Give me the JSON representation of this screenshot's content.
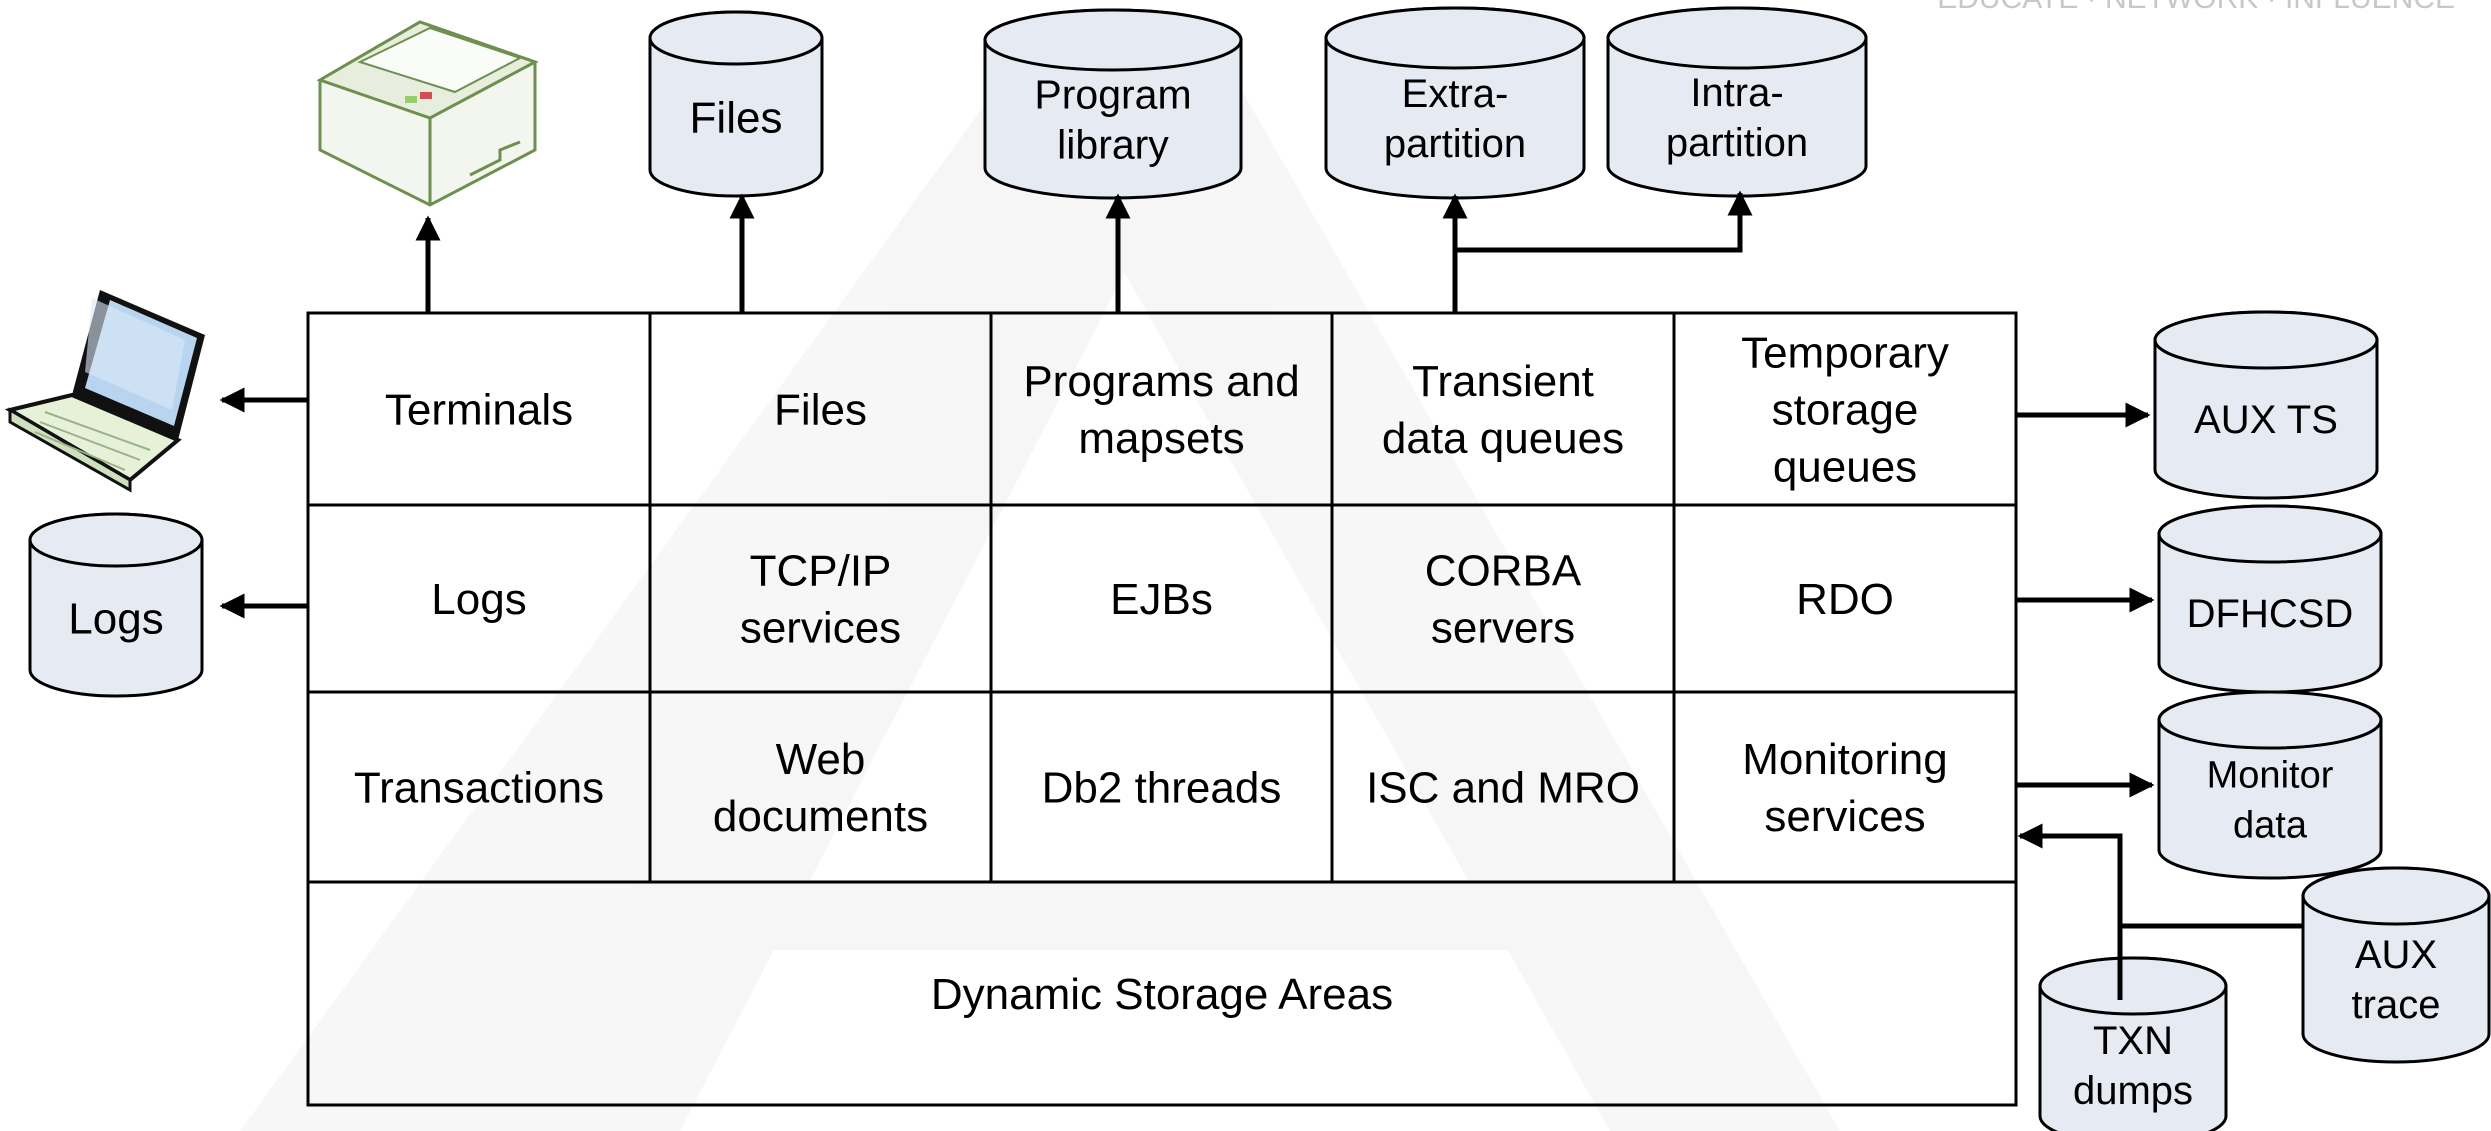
{
  "watermark": {
    "tagline": "EDUCATE · NETWORK · INFLUENCE"
  },
  "region_grid": {
    "rows": [
      [
        "Terminals",
        "Files",
        "Programs and\nmapsets",
        "Transient\ndata queues",
        "Temporary\nstorage\nqueues"
      ],
      [
        "Logs",
        "TCP/IP\nservices",
        "EJBs",
        "CORBA\nservers",
        "RDO"
      ],
      [
        "Transactions",
        "Web\ndocuments",
        "Db2 threads",
        "ISC and MRO",
        "Monitoring\nservices"
      ]
    ],
    "footer": "Dynamic Storage Areas"
  },
  "top_resources": {
    "printer": "printer-icon",
    "files": "Files",
    "program_library": "Program\nlibrary",
    "extra_partition": "Extra-\npartition",
    "intra_partition": "Intra-\npartition"
  },
  "left_resources": {
    "terminal": "laptop-icon",
    "logs": "Logs"
  },
  "right_resources": {
    "aux_ts": "AUX TS",
    "dfhcsd": "DFHCSD",
    "monitor_data": "Monitor\ndata",
    "aux_trace": "AUX\ntrace",
    "txn_dumps": "TXN\ndumps"
  }
}
